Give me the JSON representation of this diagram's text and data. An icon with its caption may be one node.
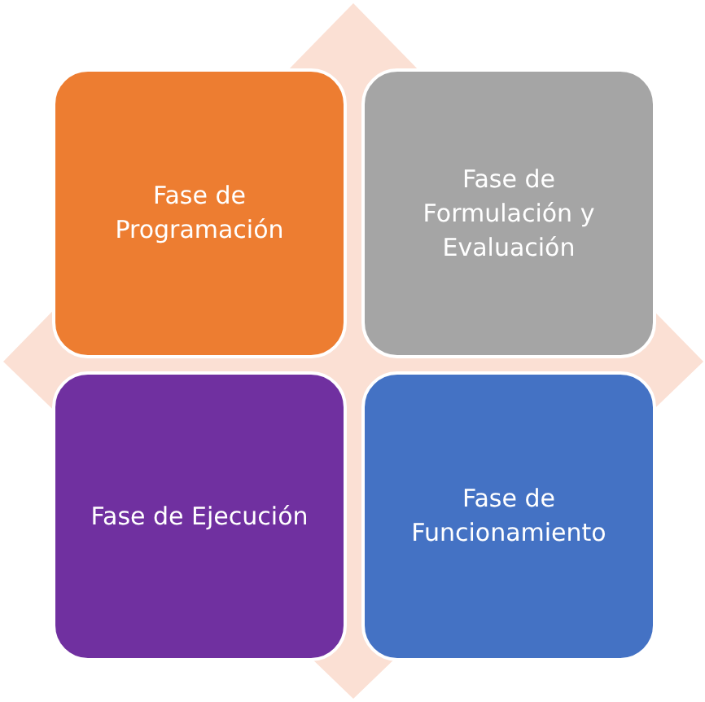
{
  "diagram": {
    "nodes": [
      {
        "text": [
          "Fase de Programación"
        ]
      },
      {
        "text": [
          "Fase de Formulación y Evaluación"
        ]
      },
      {
        "text": [
          "Fase de Ejecución"
        ]
      },
      {
        "text": [
          "Fase de Funcionamiento"
        ]
      }
    ]
  }
}
